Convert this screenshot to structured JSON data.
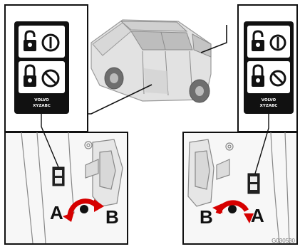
{
  "left_panel": {
    "rotation_start_label": "A",
    "rotation_end_label": "B",
    "label_text": [
      "VOLVO",
      "XYZABC"
    ]
  },
  "right_panel": {
    "rotation_start_label": "B",
    "rotation_end_label": "A",
    "label_text": [
      "VOLVO",
      "XYZABC"
    ]
  },
  "image_code": "G030530"
}
